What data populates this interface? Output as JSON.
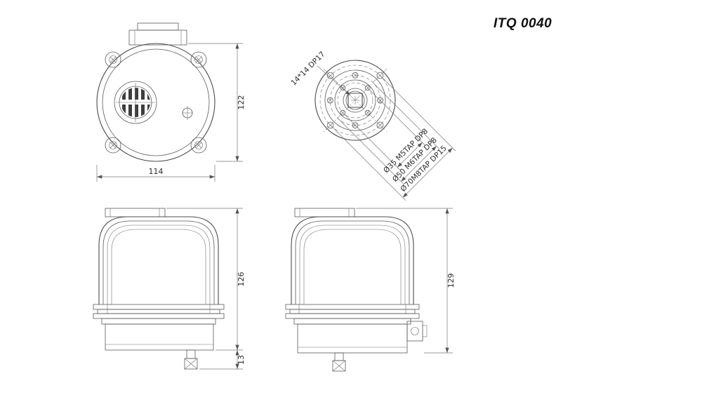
{
  "title": "ITQ 0040",
  "drawing": {
    "top_view": {
      "height_dim": "122",
      "width_dim": "114"
    },
    "mount_view": {
      "square_drive_label": "14*14 DP17",
      "bolt_circle_labels": [
        "Ø35 M5TAP DP8",
        "Ø50 M6TAP DP8",
        "Ø70M8TAP DP15"
      ]
    },
    "front_view": {
      "height_dim": "126",
      "shaft_dim": "13"
    },
    "side_view": {
      "height_dim": "129"
    }
  }
}
